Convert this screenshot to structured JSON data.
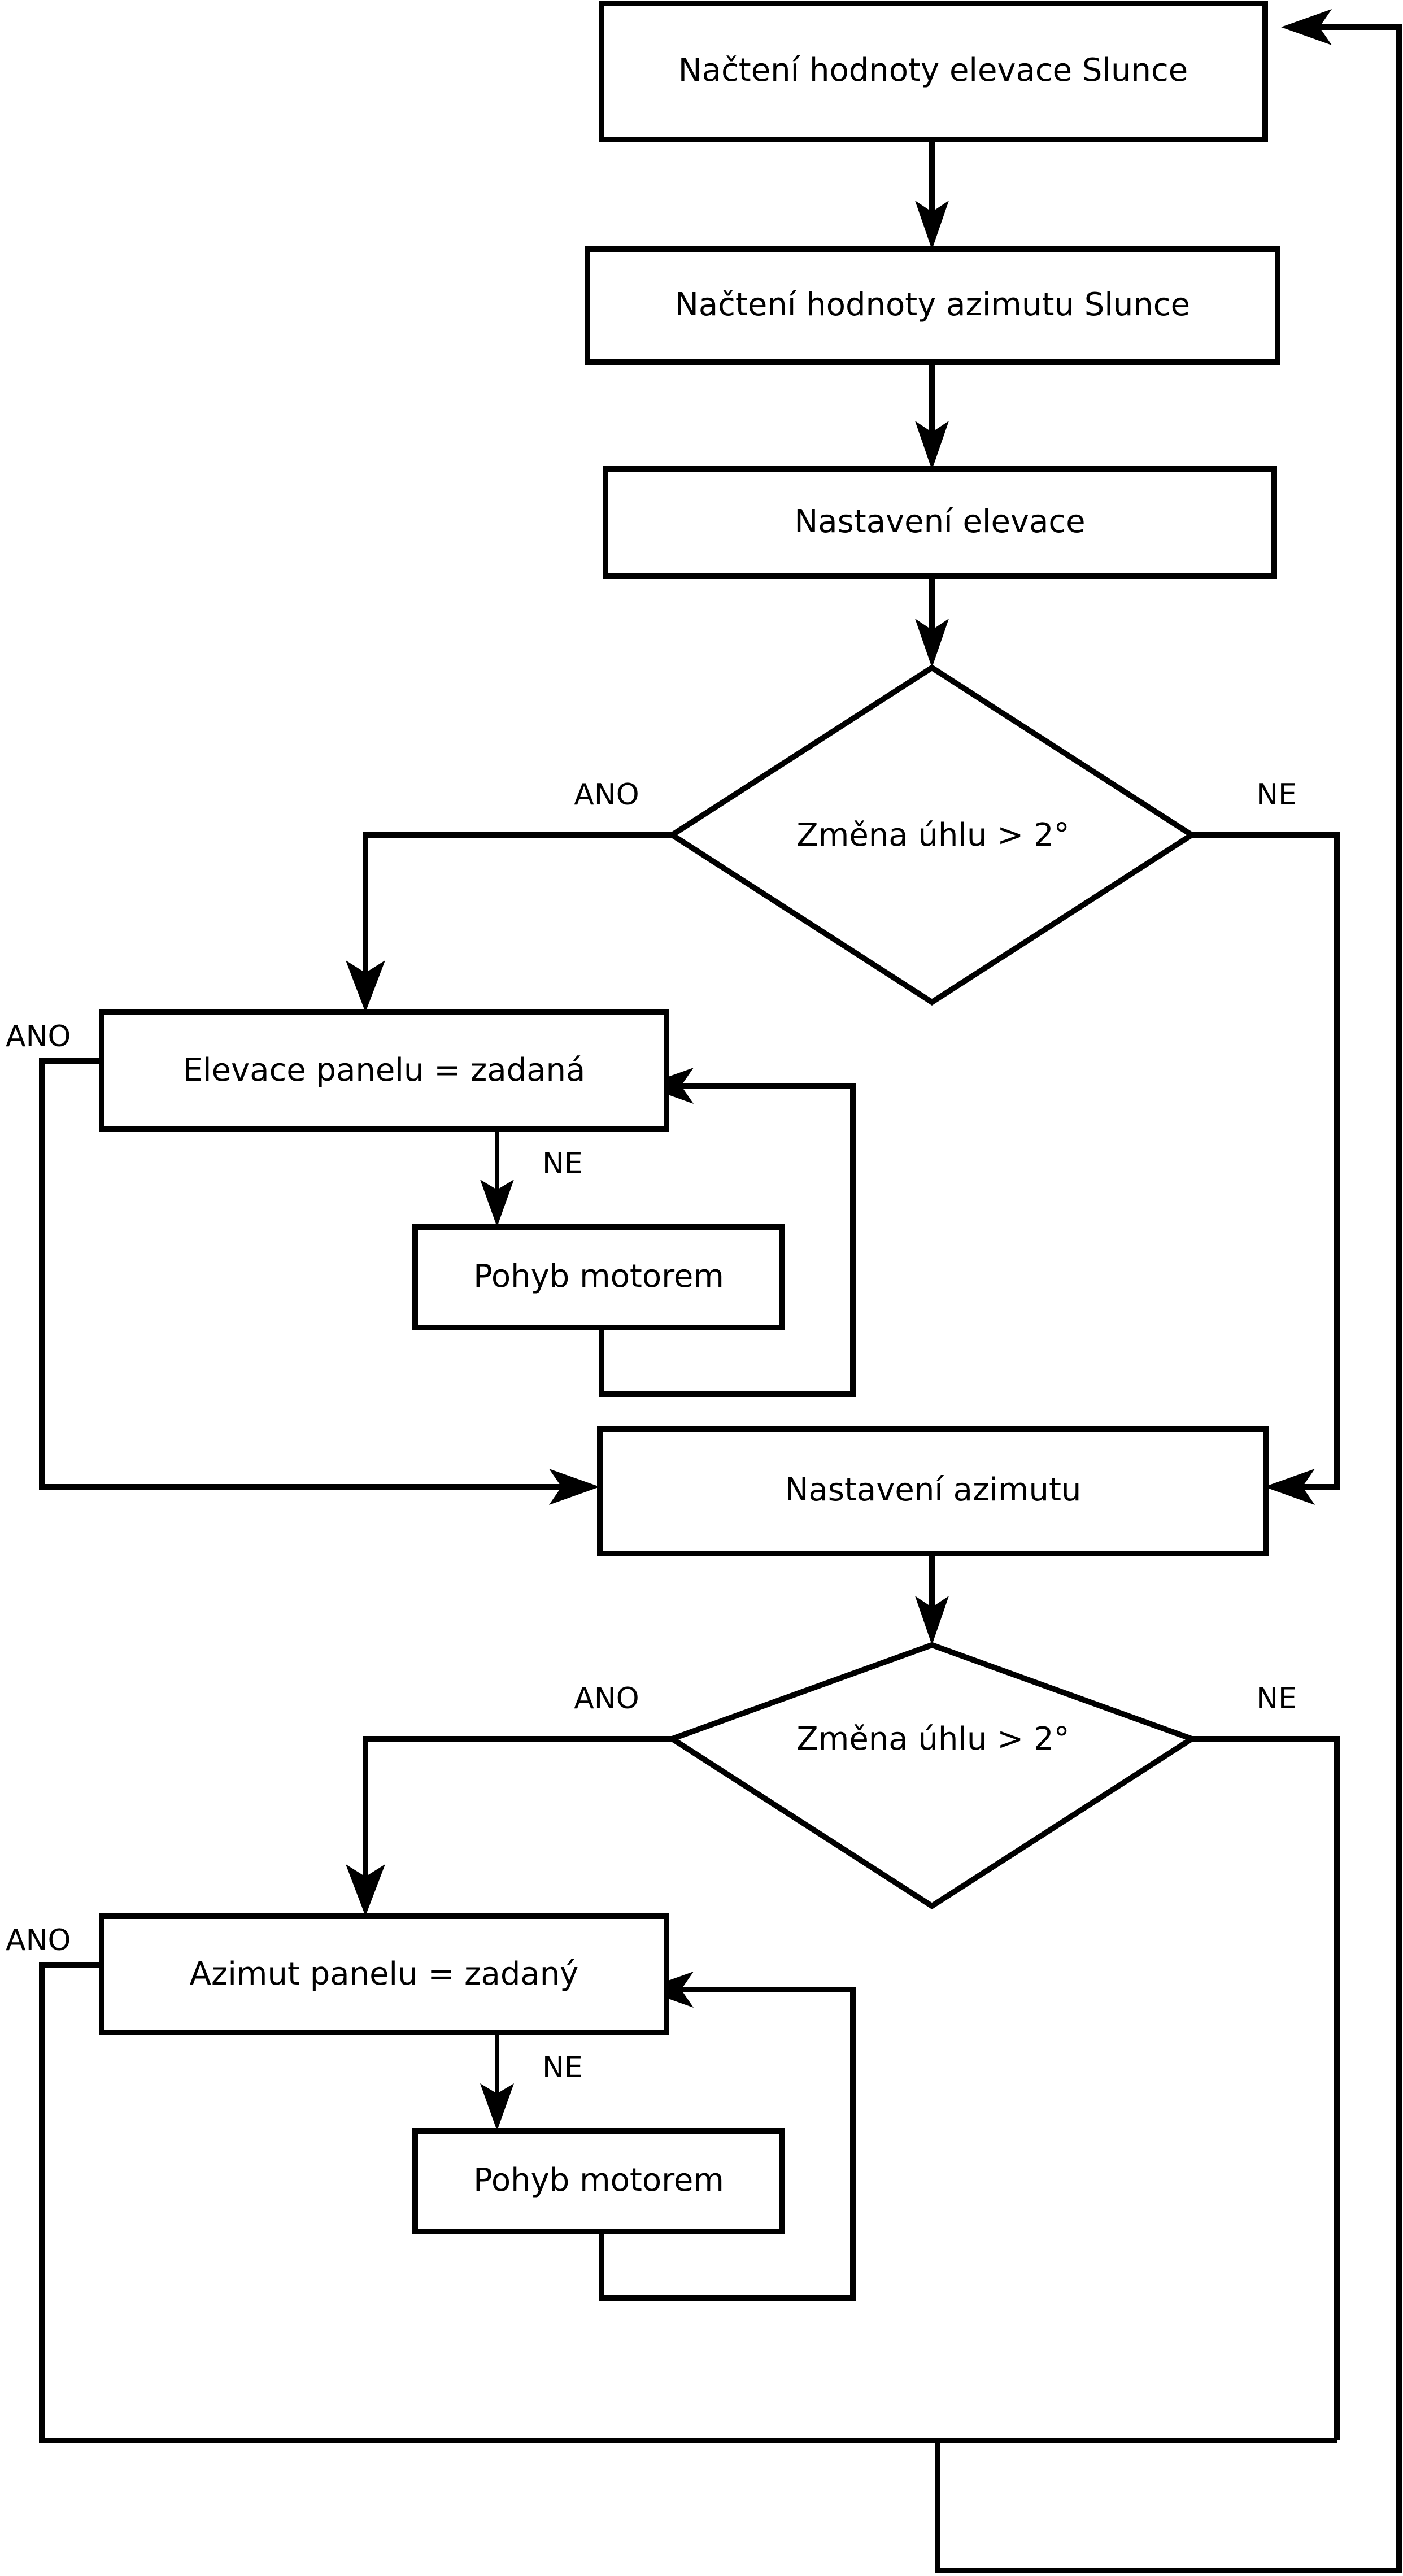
{
  "diagram": {
    "title": "Vyvojovy diagram rizeni solarniho trackeru",
    "language": "cs",
    "colors": {
      "stroke": "#000000",
      "fill": "#ffffff",
      "background": "#ffffff"
    },
    "nodes": {
      "read_elevation": "Načtení hodnoty elevace Slunce",
      "read_azimuth": "Načtení hodnoty azimutu Slunce",
      "set_elevation": "Nastavení elevace",
      "decision_elevation": "Změna úhlu > 2°",
      "panel_elevation_check": "Elevace panelu = zadaná",
      "motor_move_elevation": "Pohyb motorem",
      "set_azimuth": "Nastavení azimutu",
      "decision_azimuth": "Změna úhlu > 2°",
      "panel_azimuth_check": "Azimut panelu = zadaný",
      "motor_move_azimuth": "Pohyb motorem"
    },
    "edge_labels": {
      "dec1_yes": "ANO",
      "dec1_no": "NE",
      "elev_check_yes": "ANO",
      "elev_check_no": "NE",
      "dec2_yes": "ANO",
      "dec2_no": "NE",
      "azim_check_yes": "ANO",
      "azim_check_no": "NE"
    }
  }
}
